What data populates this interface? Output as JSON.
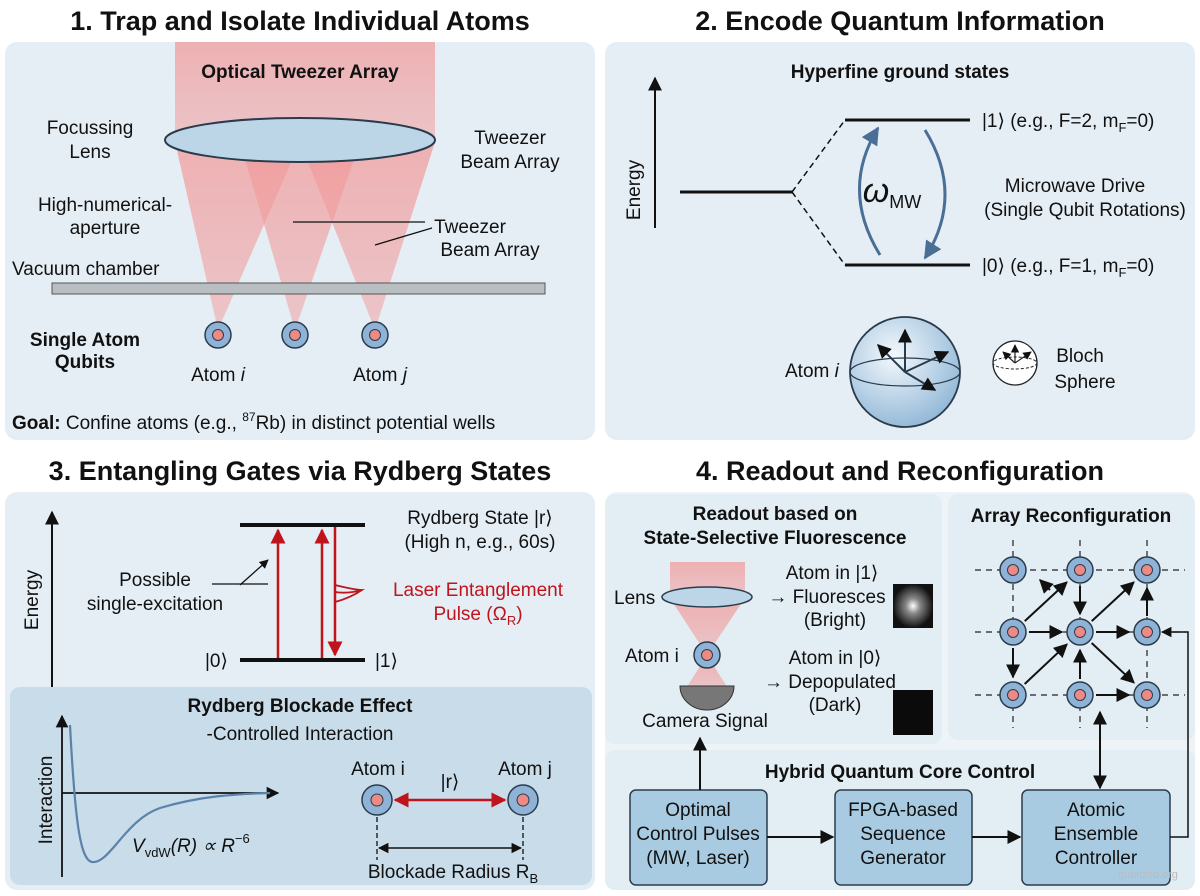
{
  "panel1": {
    "title": "1. Trap and Isolate Individual Atoms",
    "subtitle": "Optical Tweezer Array",
    "focussing": "Focussing",
    "lens": "Lens",
    "tweezer_top_1": "Tweezer",
    "tweezer_top_2": "Beam Array",
    "hna_1": "High-numerical-",
    "hna_2": "aperture",
    "tweezer_mid_1": "Tweezer",
    "tweezer_mid_2": "Beam Array",
    "vacuum": "Vacuum chamber",
    "qubits_1": "Single Atom",
    "qubits_2": "Qubits",
    "atom_i": "Atom ",
    "atom_i_var": "i",
    "atom_j": "Atom ",
    "atom_j_var": "j",
    "goal_label": "Goal:",
    "goal_text_a": " Confine atoms (e.g., ",
    "goal_sup": "87",
    "goal_text_b": "Rb) in distinct potential wells"
  },
  "panel2": {
    "title": "2. Encode Quantum Information",
    "subtitle": "Hyperfine ground states",
    "energy": "Energy",
    "state1": "|1⟩ (e.g., F=2, m",
    "state1_sub": "F",
    "state1_end": "=0)",
    "state0": "|0⟩ (e.g., F=1, m",
    "state0_sub": "F",
    "state0_end": "=0)",
    "omega": "ω",
    "omega_sub": "MW",
    "drive_1": "Microwave Drive",
    "drive_2": "(Single Qubit Rotations)",
    "atom": "Atom ",
    "atom_var": "i",
    "bloch_1": "Bloch",
    "bloch_2": "Sphere"
  },
  "panel3": {
    "title": "3. Entangling Gates via Rydberg States",
    "energy": "Energy",
    "rydberg_1": "Rydberg State |r⟩",
    "rydberg_2": "(High n, e.g., 60s)",
    "possible_1": "Possible",
    "possible_2": "single-excitation",
    "laser_1": "Laser Entanglement",
    "laser_2": "Pulse (Ω",
    "laser_sub": "R",
    "laser_end": ")",
    "ket0": "|0⟩",
    "ket1": "|1⟩",
    "blockade": {
      "title": "Rydberg Blockade Effect",
      "subtitle": "-Controlled Interaction",
      "interaction": "Interaction",
      "formula_v": "V",
      "formula_sub": "vdW",
      "formula_mid": "(R) ∝ R",
      "formula_sup": "−6",
      "atom_i": "Atom i",
      "atom_j": "Atom j",
      "ket_r": "|r⟩",
      "radius": "Blockade Radius R",
      "radius_sub": "B"
    }
  },
  "panel4": {
    "title": "4. Readout and Reconfiguration",
    "readout": {
      "title_1": "Readout based on",
      "title_2": "State-Selective Fluorescence",
      "lens": "Lens",
      "atom": "Atom i",
      "camera": "Camera Signal",
      "bright_1": "Atom in |1⟩",
      "bright_2": "→ Fluoresces",
      "bright_3": "(Bright)",
      "dark_1": "Atom in |0⟩",
      "dark_2": "→ Depopulated",
      "dark_3": "(Dark)"
    },
    "array": {
      "title": "Array Reconfiguration"
    },
    "control": {
      "title": "Hybrid Quantum Core Control",
      "boxes": [
        {
          "l1": "Optimal",
          "l2": "Control Pulses",
          "l3": "(MW, Laser)"
        },
        {
          "l1": "FPGA-based",
          "l2": "Sequence",
          "l3": "Generator"
        },
        {
          "l1": "Atomic",
          "l2": "Ensemble",
          "l3": "Controller"
        }
      ]
    }
  },
  "watermark": "qubitzso.org",
  "colors": {
    "panel_bg": "#e5eef5",
    "inner_bg": "#c8dcea",
    "beam": "#f09a9a",
    "atom_outer": "#8fb3d6",
    "atom_inner": "#ee8a84",
    "laser_red": "#c0141c",
    "box_fill": "#a9cbe2"
  }
}
